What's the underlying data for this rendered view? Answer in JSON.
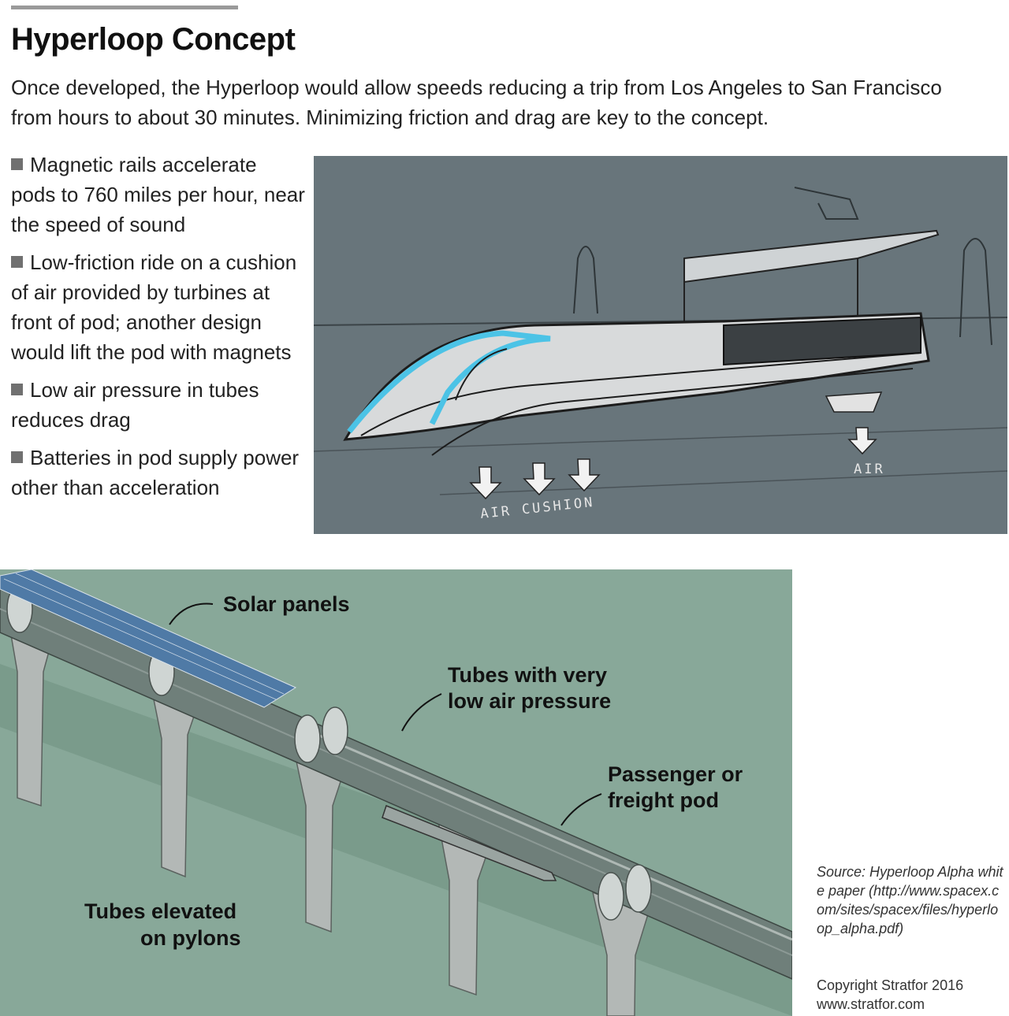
{
  "title": "Hyperloop Concept",
  "intro": "Once developed, the Hyperloop would allow speeds reducing a trip from Los Angeles to San Francisco from hours to about 30 minutes. Minimizing friction and drag are key to the concept.",
  "bullets": [
    "Magnetic rails accelerate pods to 760 miles per hour, near the speed of sound",
    "Low-friction ride on a cushion of air provided by turbines at front of pod; another design would lift the pod with magnets",
    "Low air pressure in tubes reduces drag",
    "Batteries in pod supply power other than acceleration"
  ],
  "sketch": {
    "label_air_cushion": "AIR CUSHION",
    "label_air": "AIR",
    "accent_color": "#4cc3e6"
  },
  "diagram": {
    "solar_panels": "Solar panels",
    "tubes_low_pressure_1": "Tubes with very",
    "tubes_low_pressure_2": "low air pressure",
    "pod_1": "Passenger or",
    "pod_2": "freight pod",
    "pylons_1": "Tubes elevated",
    "pylons_2": "on pylons",
    "ground_color": "#88a899"
  },
  "source": "Source: Hyperloop Alpha white paper (http://www.spacex.com/sites/spacex/files/hyperloop_alpha.pdf)",
  "copyright_1": "Copyright Stratfor 2016",
  "copyright_2": "www.stratfor.com"
}
